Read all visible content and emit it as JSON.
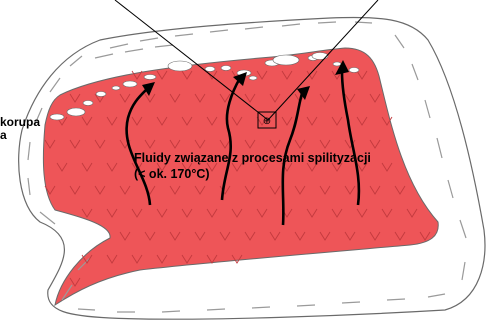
{
  "colors": {
    "chamber_fill": "#ee5558",
    "envelope_fill": "#ffffff",
    "outline": "#6a6a6a",
    "dash": "#9a9a9a",
    "chevron": "#c23a3e",
    "arrow": "#000000",
    "background": "#ffffff"
  },
  "labels": {
    "crust_line1": "korupa",
    "crust_line2": "a"
  },
  "caption": {
    "line1": "Fluidy związane z procesami spilityzacji",
    "line2": "(< ok. 170°C)"
  },
  "legend_glyph": "⊕",
  "arrow_count": 4,
  "vesicle_count": 18
}
